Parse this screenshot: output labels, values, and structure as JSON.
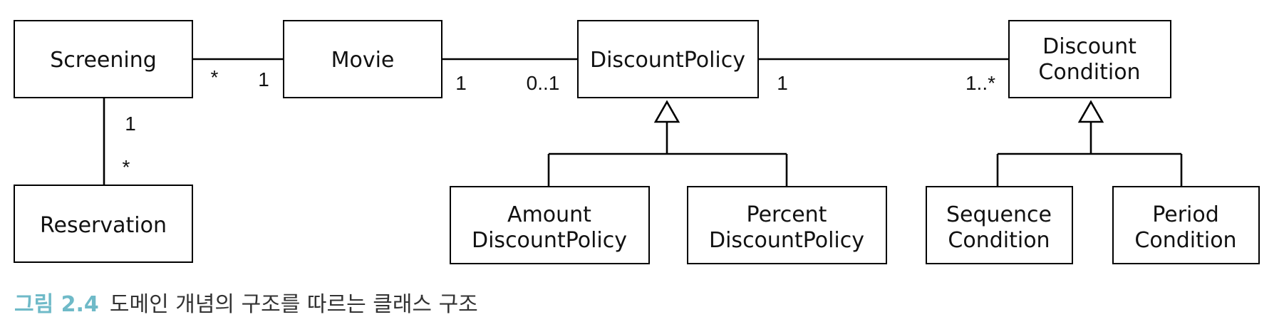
{
  "classes": {
    "screening": "Screening",
    "movie": "Movie",
    "discount_policy": "DiscountPolicy",
    "discount_condition": [
      "Discount",
      "Condition"
    ],
    "reservation": "Reservation",
    "amount_discount_policy": [
      "Amount",
      "DiscountPolicy"
    ],
    "percent_discount_policy": [
      "Percent",
      "DiscountPolicy"
    ],
    "sequence_condition": [
      "Sequence",
      "Condition"
    ],
    "period_condition": [
      "Period",
      "Condition"
    ]
  },
  "multiplicities": {
    "screening_movie_near_screening": "*",
    "screening_movie_near_movie": "1",
    "movie_policy_near_movie": "1",
    "movie_policy_near_policy": "0..1",
    "policy_condition_near_policy": "1",
    "policy_condition_near_condition": "1..*",
    "screening_reservation_near_screening": "1",
    "screening_reservation_near_reservation": "*"
  },
  "caption": {
    "label": "그림 2.4",
    "text": "도메인 개념의 구조를 따르는 클래스 구조"
  },
  "colors": {
    "caption_label": "#6fbac8",
    "box_stroke": "#000000"
  }
}
